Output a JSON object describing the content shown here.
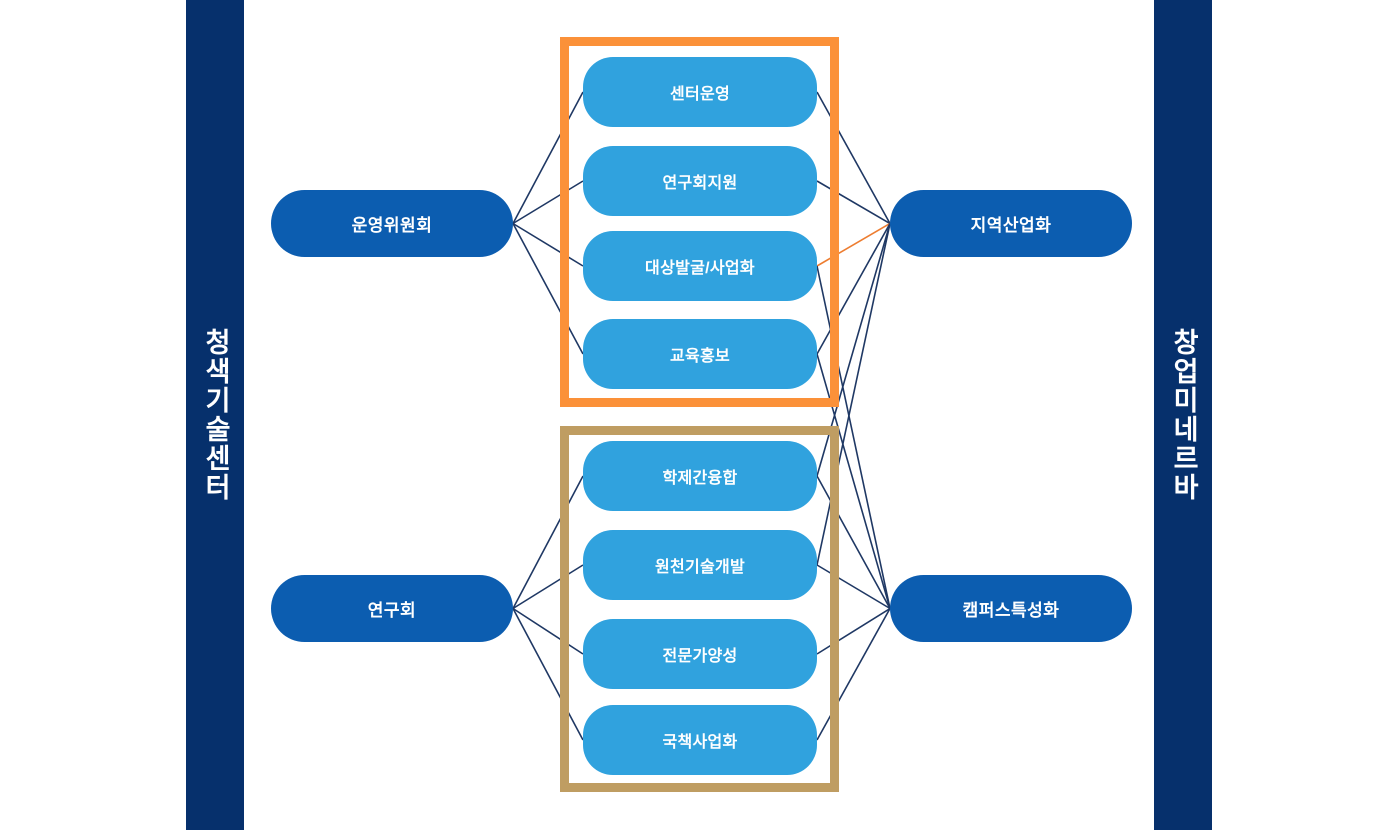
{
  "banners": {
    "left": {
      "label": "청색기술센터",
      "color": "#06306C"
    },
    "right": {
      "label": "창업미네르바",
      "color": "#06306C"
    }
  },
  "colors": {
    "banner_navy": "#06306C",
    "primary_node_blue": "#0C5DB0",
    "sub_node_blue": "#30A2DE",
    "top_frame_orange": "#FB9139",
    "bottom_frame_tan": "#BF9D62",
    "edge_navy": "#1F3864",
    "edge_orange": "#ED7D31",
    "background": "#FFFFFF"
  },
  "nodes": {
    "left": [
      {
        "id": "steering",
        "label": "운영위원회"
      },
      {
        "id": "research",
        "label": "연구회"
      }
    ],
    "right": [
      {
        "id": "regional",
        "label": "지역산업화"
      },
      {
        "id": "campus",
        "label": "캠퍼스특성화"
      }
    ]
  },
  "groups": [
    {
      "id": "top-group",
      "frame_color": "#FB9139",
      "items": [
        {
          "id": "t0",
          "label": "센터운영"
        },
        {
          "id": "t1",
          "label": "연구회지원"
        },
        {
          "id": "t2",
          "label": "대상발굴/사업화"
        },
        {
          "id": "t3",
          "label": "교육홍보"
        }
      ]
    },
    {
      "id": "bottom-group",
      "frame_color": "#BF9D62",
      "items": [
        {
          "id": "b0",
          "label": "학제간융합"
        },
        {
          "id": "b1",
          "label": "원천기술개발"
        },
        {
          "id": "b2",
          "label": "전문가양성"
        },
        {
          "id": "b3",
          "label": "국책사업화"
        }
      ]
    }
  ],
  "edges": [
    {
      "from": "steering",
      "to": "t0",
      "color": "#1F3864"
    },
    {
      "from": "steering",
      "to": "t1",
      "color": "#1F3864"
    },
    {
      "from": "steering",
      "to": "t2",
      "color": "#1F3864"
    },
    {
      "from": "steering",
      "to": "t3",
      "color": "#1F3864"
    },
    {
      "from": "research",
      "to": "b0",
      "color": "#1F3864"
    },
    {
      "from": "research",
      "to": "b1",
      "color": "#1F3864"
    },
    {
      "from": "research",
      "to": "b2",
      "color": "#1F3864"
    },
    {
      "from": "research",
      "to": "b3",
      "color": "#1F3864"
    },
    {
      "from": "t0",
      "to": "regional",
      "color": "#1F3864"
    },
    {
      "from": "t1",
      "to": "regional",
      "color": "#1F3864"
    },
    {
      "from": "t2",
      "to": "regional",
      "color": "#ED7D31"
    },
    {
      "from": "t3",
      "to": "regional",
      "color": "#1F3864"
    },
    {
      "from": "t2",
      "to": "campus",
      "color": "#1F3864"
    },
    {
      "from": "t3",
      "to": "campus",
      "color": "#1F3864"
    },
    {
      "from": "b0",
      "to": "regional",
      "color": "#1F3864"
    },
    {
      "from": "b1",
      "to": "regional",
      "color": "#1F3864"
    },
    {
      "from": "b0",
      "to": "campus",
      "color": "#1F3864"
    },
    {
      "from": "b1",
      "to": "campus",
      "color": "#1F3864"
    },
    {
      "from": "b2",
      "to": "campus",
      "color": "#1F3864"
    },
    {
      "from": "b3",
      "to": "campus",
      "color": "#1F3864"
    }
  ]
}
